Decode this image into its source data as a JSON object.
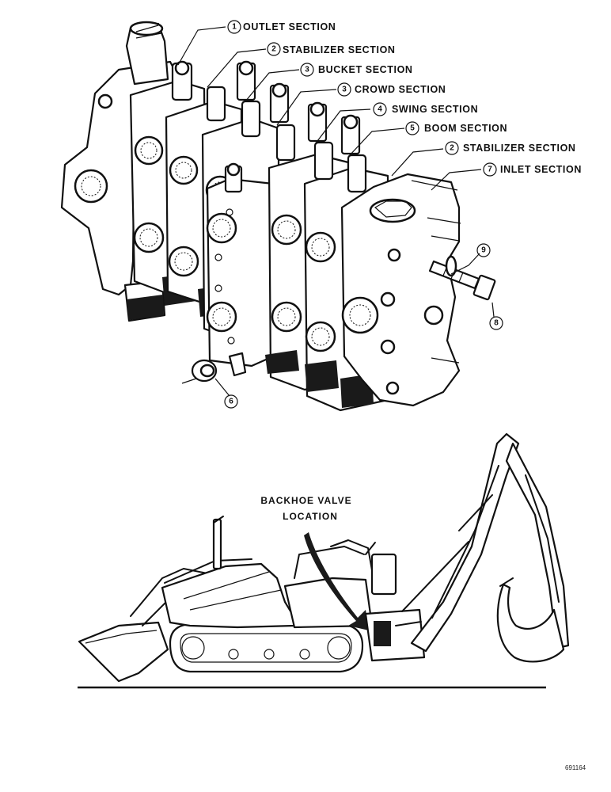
{
  "callouts": [
    {
      "number": "1",
      "label": "OUTLET SECTION"
    },
    {
      "number": "2",
      "label": "STABILIZER SECTION"
    },
    {
      "number": "3",
      "label": "BUCKET SECTION"
    },
    {
      "number": "3",
      "label": "CROWD SECTION"
    },
    {
      "number": "4",
      "label": "SWING SECTION"
    },
    {
      "number": "5",
      "label": "BOOM SECTION"
    },
    {
      "number": "2",
      "label": "STABILIZER SECTION"
    },
    {
      "number": "7",
      "label": "INLET SECTION"
    }
  ],
  "part_callouts": [
    {
      "number": "9"
    },
    {
      "number": "8"
    },
    {
      "number": "6"
    }
  ],
  "location_note": {
    "line1": "BACKHOE VALVE",
    "line2": "LOCATION"
  },
  "figure_code": "691164"
}
